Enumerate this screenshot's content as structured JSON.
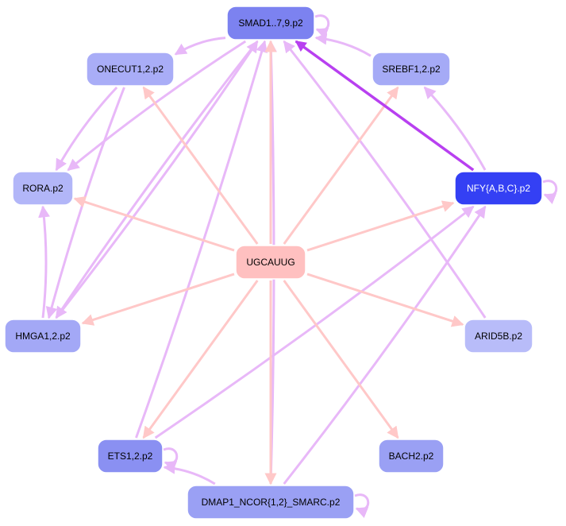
{
  "colors": {
    "center": "#ffc0c0",
    "center_edge": "#ffc8c8",
    "reg_edge": "#e8b8f8",
    "strong_edge": "#b840f0",
    "node_stroke": "#ffffff"
  },
  "nodes": [
    {
      "id": "smad",
      "label": "SMAD1..7,9.p2",
      "fill": "#7c82f0",
      "text": "#000000"
    },
    {
      "id": "onecut",
      "label": "ONECUT1,2.p2",
      "fill": "#a9adf7",
      "text": "#000000"
    },
    {
      "id": "srebf",
      "label": "SREBF1,2.p2",
      "fill": "#a5aaf6",
      "text": "#000000"
    },
    {
      "id": "rora",
      "label": "RORA.p2",
      "fill": "#b2b6f8",
      "text": "#000000"
    },
    {
      "id": "nfy",
      "label": "NFY{A,B,C}.p2",
      "fill": "#3440f4",
      "text": "#ffffff"
    },
    {
      "id": "ugcauug",
      "label": "UGCAUUG",
      "fill": "#ffc0c0",
      "text": "#000000"
    },
    {
      "id": "hmga",
      "label": "HMGA1,2.p2",
      "fill": "#a3a8f6",
      "text": "#000000"
    },
    {
      "id": "arid5b",
      "label": "ARID5B.p2",
      "fill": "#b8bcf9",
      "text": "#000000"
    },
    {
      "id": "ets",
      "label": "ETS1,2.p2",
      "fill": "#8a90f2",
      "text": "#000000"
    },
    {
      "id": "bach2",
      "label": "BACH2.p2",
      "fill": "#9aa0f4",
      "text": "#000000"
    },
    {
      "id": "dmap",
      "label": "DMAP1_NCOR{1,2}_SMARC.p2",
      "fill": "#9aa0f4",
      "text": "#000000"
    }
  ],
  "edges": [
    {
      "from": "ugcauug",
      "to": "smad",
      "type": "center"
    },
    {
      "from": "ugcauug",
      "to": "onecut",
      "type": "center"
    },
    {
      "from": "ugcauug",
      "to": "srebf",
      "type": "center"
    },
    {
      "from": "ugcauug",
      "to": "rora",
      "type": "center"
    },
    {
      "from": "ugcauug",
      "to": "nfy",
      "type": "center"
    },
    {
      "from": "ugcauug",
      "to": "hmga",
      "type": "center"
    },
    {
      "from": "ugcauug",
      "to": "arid5b",
      "type": "center"
    },
    {
      "from": "ugcauug",
      "to": "ets",
      "type": "center"
    },
    {
      "from": "ugcauug",
      "to": "bach2",
      "type": "center"
    },
    {
      "from": "ugcauug",
      "to": "dmap",
      "type": "center"
    },
    {
      "from": "nfy",
      "to": "smad",
      "type": "strong"
    },
    {
      "from": "srebf",
      "to": "smad",
      "type": "reg"
    },
    {
      "from": "smad",
      "to": "onecut",
      "type": "reg"
    },
    {
      "from": "smad",
      "to": "rora",
      "type": "reg"
    },
    {
      "from": "smad",
      "to": "hmga",
      "type": "reg"
    },
    {
      "from": "hmga",
      "to": "smad",
      "type": "reg"
    },
    {
      "from": "arid5b",
      "to": "smad",
      "type": "reg"
    },
    {
      "from": "ets",
      "to": "smad",
      "type": "reg"
    },
    {
      "from": "dmap",
      "to": "smad",
      "type": "reg"
    },
    {
      "from": "nfy",
      "to": "srebf",
      "type": "reg"
    },
    {
      "from": "onecut",
      "to": "rora",
      "type": "reg"
    },
    {
      "from": "onecut",
      "to": "hmga",
      "type": "reg"
    },
    {
      "from": "hmga",
      "to": "rora",
      "type": "reg"
    },
    {
      "from": "ets",
      "to": "nfy",
      "type": "reg"
    },
    {
      "from": "dmap",
      "to": "nfy",
      "type": "reg"
    },
    {
      "from": "dmap",
      "to": "ets",
      "type": "reg"
    },
    {
      "from": "smad",
      "to": "smad",
      "type": "self"
    },
    {
      "from": "nfy",
      "to": "nfy",
      "type": "self"
    },
    {
      "from": "ets",
      "to": "ets",
      "type": "self"
    },
    {
      "from": "dmap",
      "to": "dmap",
      "type": "self"
    }
  ]
}
